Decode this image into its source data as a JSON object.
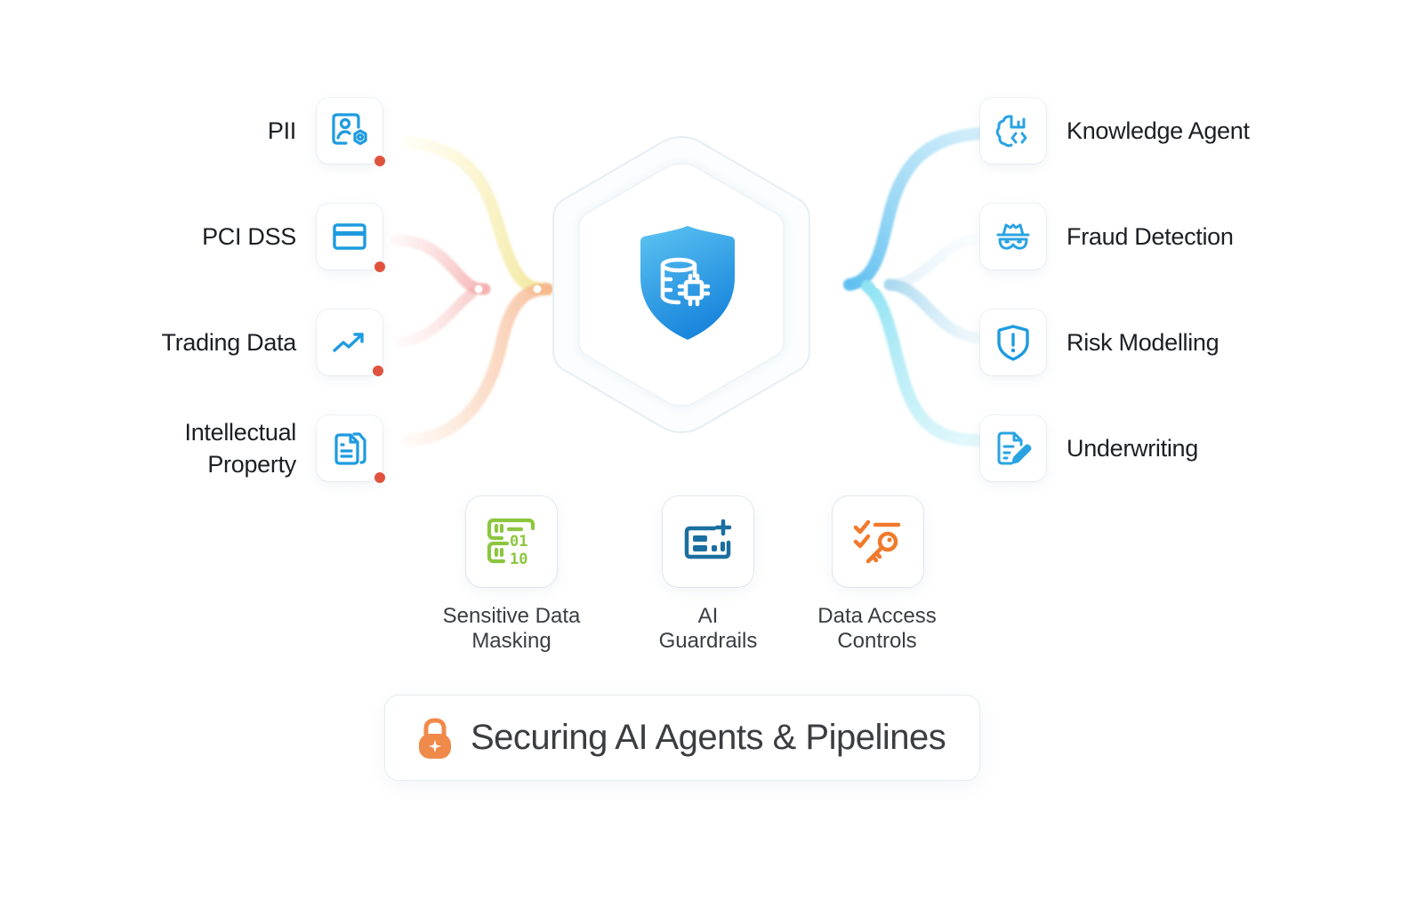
{
  "diagram": {
    "title": "Securing AI Agents & Pipelines",
    "title_icon": "lock-icon",
    "center": {
      "icon": "shield-database-chip-icon",
      "label": ""
    },
    "data_sources": [
      {
        "label": "PII",
        "icon": "user-gear-card-icon",
        "flag": "red-dot"
      },
      {
        "label": "PCI DSS",
        "icon": "credit-card-icon",
        "flag": "red-dot"
      },
      {
        "label": "Trading Data",
        "icon": "trending-up-icon",
        "flag": "red-dot"
      },
      {
        "label_line1": "Intellectual",
        "label_line2": "Property",
        "icon": "documents-icon",
        "flag": "red-dot"
      }
    ],
    "use_cases": [
      {
        "label": "Knowledge Agent",
        "icon": "brain-code-icon"
      },
      {
        "label": "Fraud Detection",
        "icon": "incognito-mask-icon"
      },
      {
        "label": "Risk Modelling",
        "icon": "shield-alert-icon"
      },
      {
        "label": "Underwriting",
        "icon": "document-pen-icon"
      }
    ],
    "controls": [
      {
        "label_line1": "Sensitive Data",
        "label_line2": "Masking",
        "icon": "binary-mask-icon",
        "color": "#8cc63f"
      },
      {
        "label_line1": "AI",
        "label_line2": "Guardrails",
        "icon": "guardrails-panel-icon",
        "color": "#1a6fa0"
      },
      {
        "label_line1": "Data Access",
        "label_line2": "Controls",
        "icon": "checklist-key-icon",
        "color": "#f07a2c"
      }
    ],
    "colors": {
      "primary_blue": "#1e9be0",
      "alert_red": "#e0533f",
      "lock_orange": "#f08a4b",
      "left_flows": [
        "#f2e98c",
        "#f4b7b7",
        "#f7c3a0"
      ],
      "right_flows": [
        "#6cc7f3",
        "#bfe6f7",
        "#a6ecf6"
      ]
    }
  }
}
